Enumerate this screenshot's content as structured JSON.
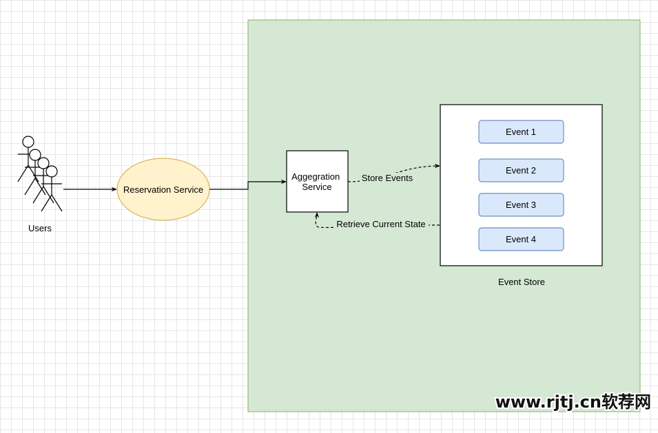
{
  "diagram": {
    "users_label": "Users",
    "reservation_service": "Reservation Service",
    "aggregation_service_line1": "Aggegration",
    "aggregation_service_line2": "Service",
    "store_events_label": "Store Events",
    "retrieve_state_label": "Retrieve Current State",
    "event_store_label": "Event Store",
    "events": [
      "Event 1",
      "Event 2",
      "Event 3",
      "Event 4"
    ],
    "watermark": "www.rjtj.cn软荐网"
  },
  "colors": {
    "container_fill": "#d5e8d4",
    "container_stroke": "#82b366",
    "service_fill": "#fff2cc",
    "service_stroke": "#d6b656",
    "event_fill": "#dae8fc",
    "event_stroke": "#6c8ebf"
  }
}
